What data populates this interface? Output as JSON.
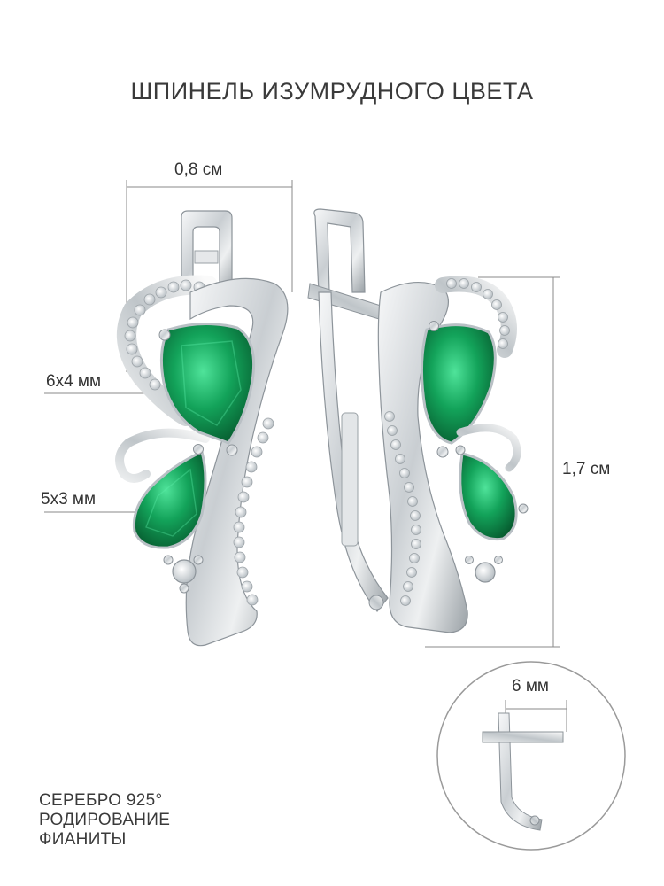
{
  "title": "ШПИНЕЛЬ ИЗУМРУДНОГО ЦВЕТА",
  "dimensions": {
    "width": "0,8 см",
    "height": "1,7 см",
    "large_stone": "6x4 мм",
    "small_stone": "5x3 мм",
    "lock": "6 мм"
  },
  "features": [
    "СЕРЕБРО 925°",
    "РОДИРОВАНИЕ",
    "ФИАНИТЫ"
  ],
  "colors": {
    "stone": "#0f8a4a",
    "metal": "#d9dde0",
    "text": "#333333"
  }
}
